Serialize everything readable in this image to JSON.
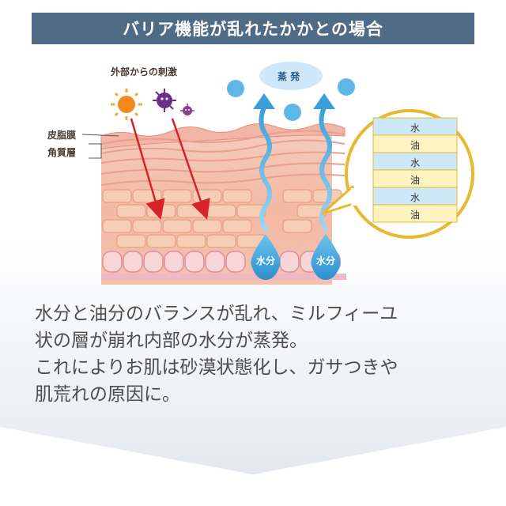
{
  "title": "バリア機能が乱れたかかとの場合",
  "labels": {
    "external_stimulus": "外部からの刺激",
    "sebum_membrane": "皮脂膜",
    "stratum_corneum": "角質層",
    "evaporation": "蒸 発",
    "water_drop_1": "水分",
    "water_drop_2": "水分"
  },
  "layers": [
    "水",
    "油",
    "水",
    "油",
    "水",
    "油"
  ],
  "body_lines": [
    "水分と油分のバランスが乱れ、ミルフィーユ",
    "状の層が崩れ内部の水分が蒸発。",
    "これによりお肌は砂漠状態化し、ガサつきや",
    "肌荒れの原因に。"
  ],
  "colors": {
    "title_bg": "#4f6b86",
    "water_blue": "#3a9fd8",
    "arrow_red": "#d8222b",
    "skin_pink": "#f4c4b4",
    "layer_water": "#cde9f7",
    "layer_oil": "#fdf2c0",
    "layer_border": "#e8b830"
  },
  "icons": [
    "sun-icon",
    "germ-icon",
    "small-germ-icon",
    "water-drop-icon",
    "evaporation-cloud-icon",
    "wavy-up-arrow-icon",
    "red-arrow-icon"
  ]
}
